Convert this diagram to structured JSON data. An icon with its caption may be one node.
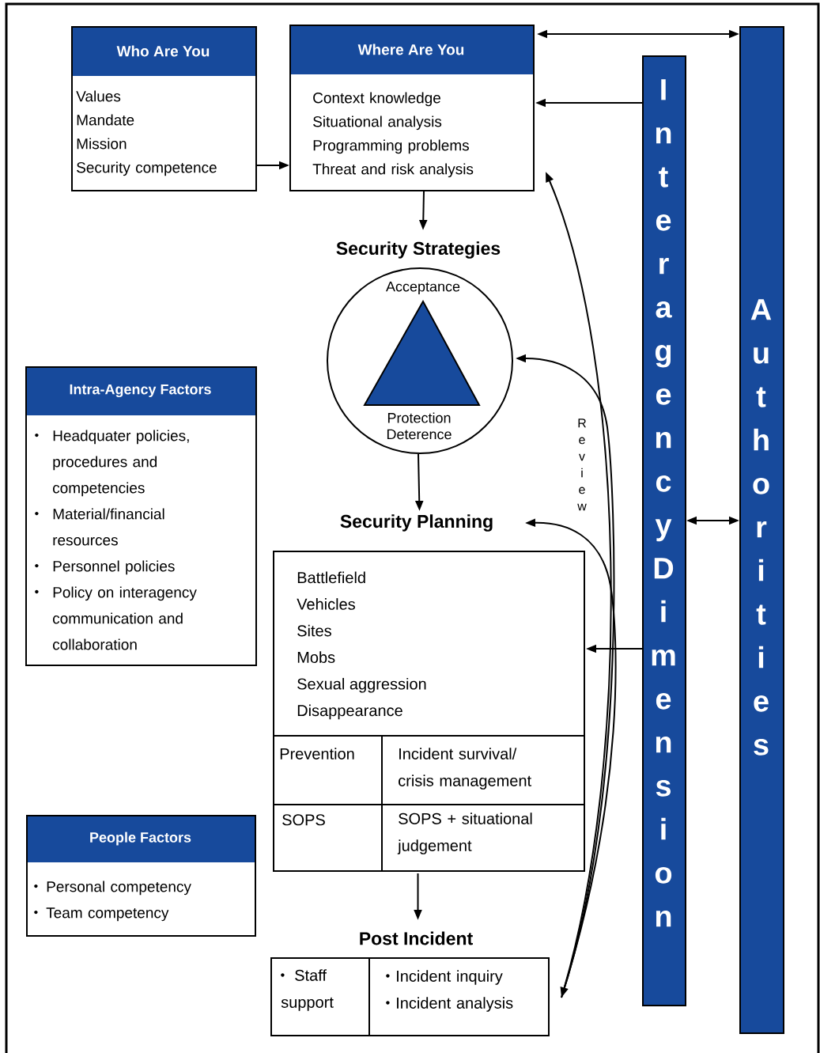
{
  "diagram": {
    "nodes": [
      {
        "text": [
          "Who Are You",
          "Values",
          "Mandate",
          "Mission",
          "Security competence"
        ]
      },
      {
        "text": [
          "Where Are You",
          "Context knowledge",
          "Situational analysis",
          "Programming problems",
          "Threat and risk analysis"
        ]
      },
      {
        "text": [
          "Security Strategies",
          "Acceptance",
          "Protection",
          "Deterence"
        ]
      },
      {
        "text": [
          "Security Planning",
          "Battlefield",
          "Vehicles",
          "Sites",
          "Mobs",
          "Sexual aggression",
          "Disappearance",
          "Prevention",
          "Incident survival/ crisis management",
          "SOPS",
          "SOPS + situational judgement"
        ]
      },
      {
        "text": [
          "Post Incident",
          "Staff support",
          "Incident inquiry",
          "Incident analysis"
        ]
      },
      {
        "text": [
          "Intra-Agency Factors",
          "Headquater policies, procedures and competencies",
          "Material/financial resources",
          "Personnel policies",
          "Policy on interagency communication and collaboration"
        ]
      },
      {
        "text": [
          "People Factors",
          "Personal competency",
          "Team competency"
        ]
      },
      {
        "text": [
          "Interagency Dimension"
        ]
      },
      {
        "text": [
          "Authorities"
        ]
      }
    ],
    "edges": [
      {
        "from": 0,
        "to": 1,
        "arrow": "to"
      },
      {
        "from": 1,
        "to": 8,
        "arrow": "both"
      },
      {
        "from": 7,
        "to": 1,
        "arrow": "to"
      },
      {
        "from": 7,
        "to": 8,
        "arrow": "both"
      },
      {
        "from": 7,
        "to": 3,
        "arrow": "to"
      },
      {
        "from": 1,
        "to": 2,
        "arrow": "to"
      },
      {
        "from": 2,
        "to": 3,
        "arrow": "to"
      },
      {
        "from": 3,
        "to": 4,
        "arrow": "to"
      },
      {
        "from": 4,
        "to": 1,
        "arrow": "both",
        "label": "Review"
      },
      {
        "from": 4,
        "to": 2,
        "arrow": "to"
      },
      {
        "from": 4,
        "to": 3,
        "arrow": "to"
      }
    ]
  }
}
